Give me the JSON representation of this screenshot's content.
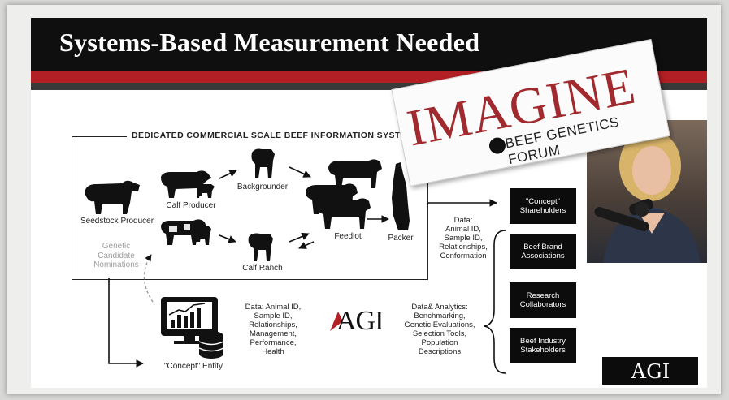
{
  "slide": {
    "title": "Systems-Based Measurement Needed"
  },
  "system": {
    "box_title": "DEDICATED COMMERCIAL SCALE BEEF INFORMATION SYSTEM",
    "nodes": {
      "seedstock": "Seedstock Producer",
      "calf_producer": "Calf Producer",
      "backgrounder": "Backgrounder",
      "calf_ranch": "Calf Ranch",
      "feedlot": "Feedlot",
      "packer": "Packer"
    },
    "genetic_candidate": [
      "Genetic",
      "Candidate",
      "Nominations"
    ],
    "data_right": [
      "Data:",
      "Animal ID,",
      "Sample ID,",
      "Relationships,",
      "Conformation"
    ]
  },
  "entity": {
    "label": "\"Concept\" Entity",
    "data": [
      "Data: Animal ID,",
      "Sample ID,",
      "Relationships,",
      "Management,",
      "Performance,",
      "Health"
    ],
    "logo": "AGI",
    "analytics": [
      "Data& Analytics:",
      "Benchmarking,",
      "Genetic Evaluations,",
      "Selection Tools,",
      "Population",
      "Descriptions"
    ]
  },
  "stakeholders": [
    [
      "\"Concept\"",
      "Shareholders"
    ],
    [
      "Beef Brand",
      "Associations"
    ],
    [
      "Research",
      "Collaborators"
    ],
    [
      "Beef Industry",
      "Stakeholders"
    ]
  ],
  "overlay": {
    "imagine_word": "IMAGINE",
    "imagine_sub": "BEEF GENETICS FORUM",
    "corner_logo": "AGI"
  },
  "colors": {
    "header": "#0f0f0f",
    "accent_red": "#b21f24",
    "imagine_red": "#a02a2e"
  }
}
